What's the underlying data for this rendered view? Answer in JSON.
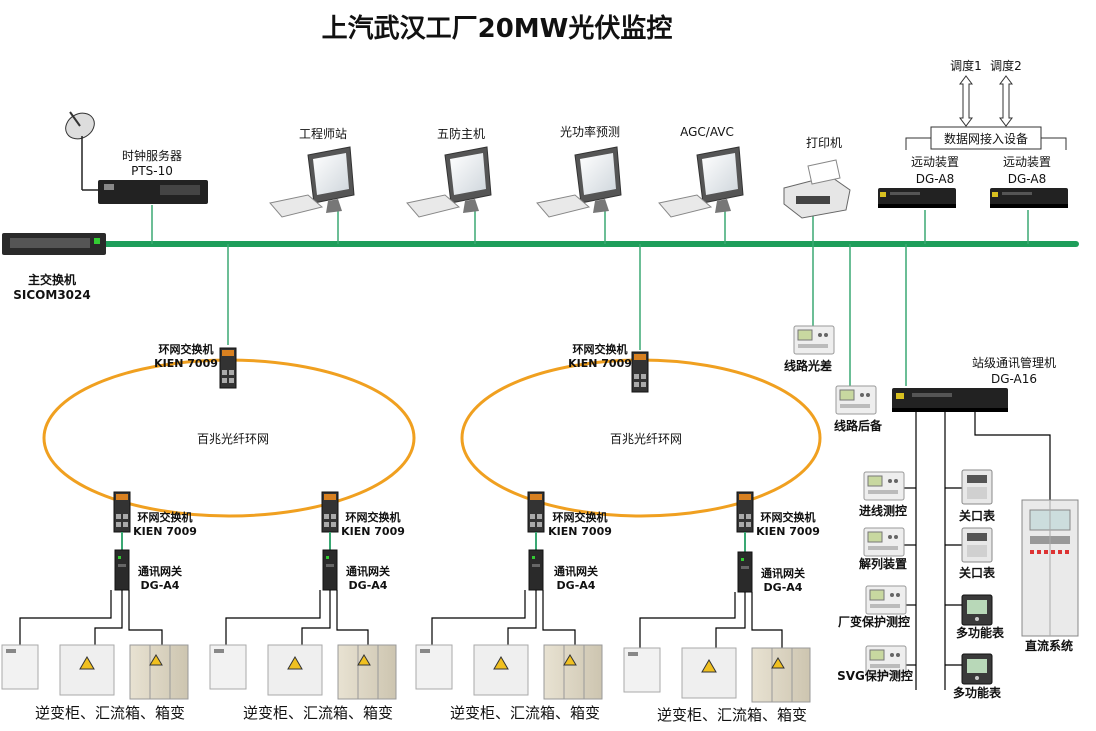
{
  "title": "上汽武汉工厂20MW光伏监控",
  "clock_server": {
    "label": "时钟服务器",
    "model": "PTS-10"
  },
  "main_switch": {
    "label": "主交换机",
    "model": "SICOM3024"
  },
  "workstations": [
    {
      "label": "工程师站"
    },
    {
      "label": "五防主机"
    },
    {
      "label": "光功率预测"
    },
    {
      "label": "AGC/AVC"
    }
  ],
  "printer": {
    "label": "打印机"
  },
  "dispatch": [
    "调度1",
    "调度2"
  ],
  "data_network": {
    "label": "数据网接入设备"
  },
  "remote_units": [
    {
      "label": "远动装置",
      "model": "DG-A8"
    },
    {
      "label": "远动装置",
      "model": "DG-A8"
    }
  ],
  "rings": [
    {
      "label": "百兆光纤环网"
    },
    {
      "label": "百兆光纤环网"
    }
  ],
  "ring_switch": {
    "label": "环网交换机",
    "model": "KIEN 7009"
  },
  "gateway": {
    "label": "通讯网关",
    "model": "DG-A4"
  },
  "field_equipment": {
    "label": "逆变柜、汇流箱、箱变"
  },
  "line_diff": {
    "label": "线路光差"
  },
  "line_backup": {
    "label": "线路后备"
  },
  "station_comm": {
    "label": "站级通讯管理机",
    "model": "DG-A16"
  },
  "protections": [
    {
      "label": "进线测控"
    },
    {
      "label": "解列装置"
    },
    {
      "label": "厂变保护测控"
    },
    {
      "label": "SVG保护测控"
    }
  ],
  "meters": [
    {
      "label": "关口表"
    },
    {
      "label": "关口表"
    },
    {
      "label": "多功能表"
    },
    {
      "label": "多功能表"
    }
  ],
  "dc_system": {
    "label": "直流系统"
  },
  "colors": {
    "bus": "#1e9e5a",
    "link": "#3aa873",
    "ring": "#f0a020",
    "wire": "#000000"
  }
}
